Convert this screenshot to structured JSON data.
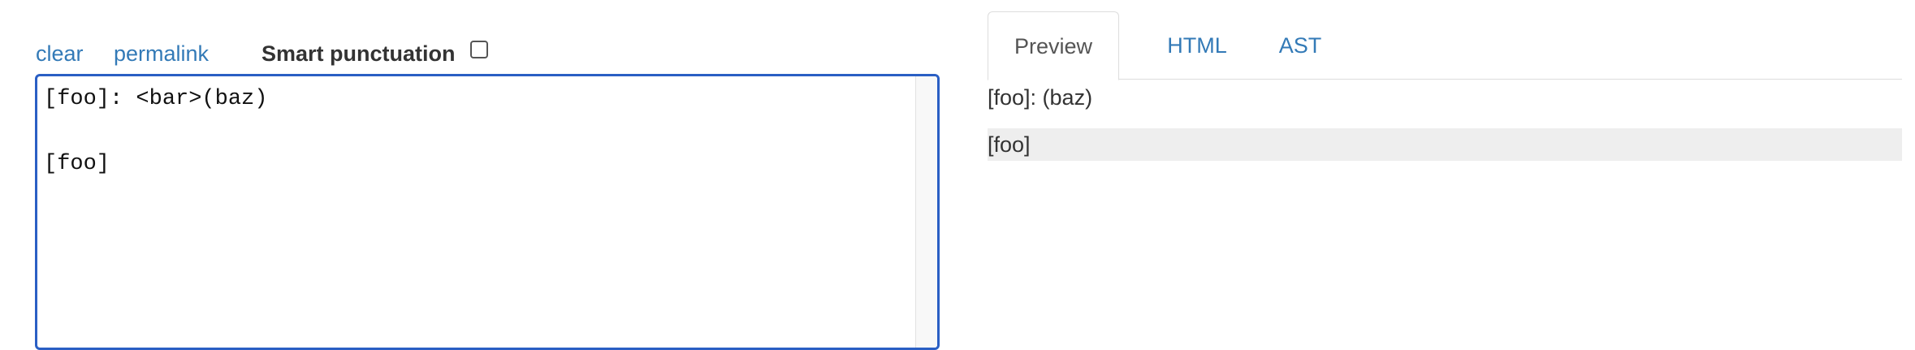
{
  "toolbar": {
    "clear_label": "clear",
    "permalink_label": "permalink",
    "smart_punctuation_label": "Smart punctuation",
    "smart_punctuation_checked": false
  },
  "editor": {
    "lines": [
      "[foo]: <bar>(baz)",
      "",
      "[foo]"
    ]
  },
  "tabs": [
    {
      "label": "Preview",
      "active": true
    },
    {
      "label": "HTML",
      "active": false
    },
    {
      "label": "AST",
      "active": false
    }
  ],
  "preview": {
    "paragraph": "[foo]: (baz)",
    "code_block": "[foo]"
  },
  "colors": {
    "link": "#337ab7",
    "editor_border": "#2a5fc4",
    "code_background": "#eeeeee",
    "text": "#333333"
  }
}
